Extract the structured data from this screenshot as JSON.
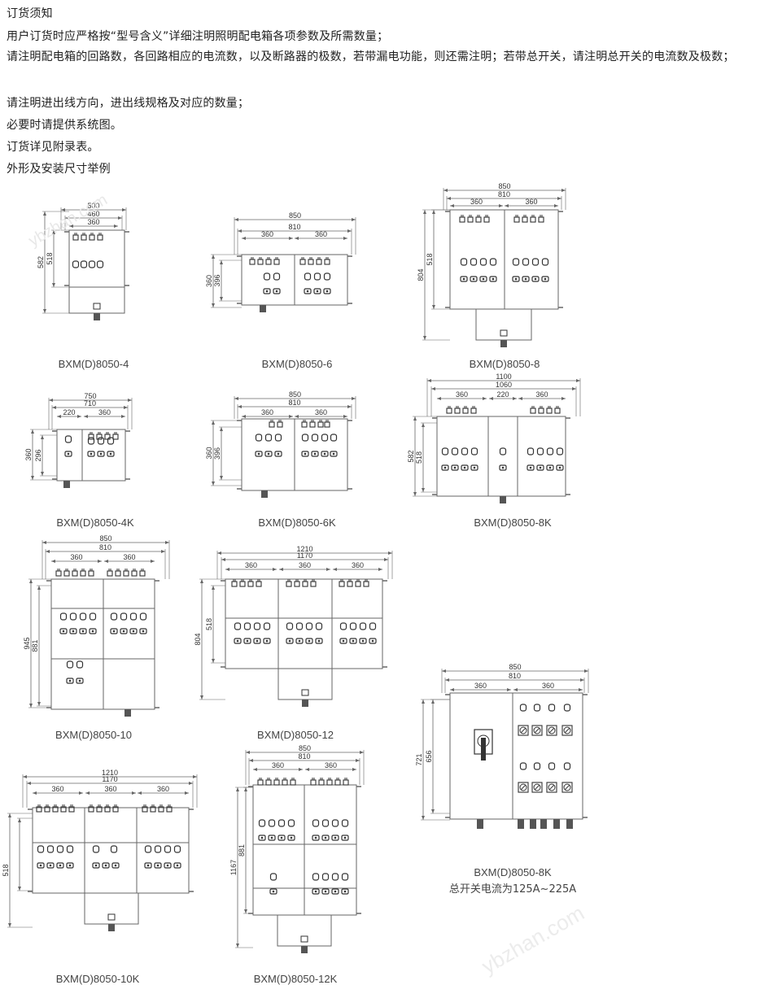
{
  "notes": {
    "title": "订货须知",
    "line1": "用户订货时应严格按“型号含义”详细注明照明配电箱各项参数及所需数量；",
    "line2": "请注明配电箱的回路数，各回路相应的电流数，以及断路器的极数，若带漏电功能，则还需注明；若带总开关，请注明总开关的电流数及极数；",
    "line3": "请注明进出线方向，进出线规格及对应的数量；",
    "line4": "必要时请提供系统图。",
    "line5": "订货详见附录表。",
    "line6": "外形及安装尺寸举例"
  },
  "drawings": [
    {
      "model": "BXM(D)8050-4",
      "dims_top": [
        "500",
        "460",
        "360"
      ],
      "dims_side": [
        "582",
        "518"
      ]
    },
    {
      "model": "BXM(D)8050-6",
      "dims_top": [
        "850",
        "810",
        "360",
        "360"
      ],
      "dims_side": [
        "360",
        "396"
      ]
    },
    {
      "model": "BXM(D)8050-8",
      "dims_top": [
        "850",
        "810",
        "360",
        "360"
      ],
      "dims_side": [
        "804",
        "518"
      ]
    },
    {
      "model": "BXM(D)8050-4K",
      "dims_top": [
        "750",
        "710",
        "220",
        "360"
      ],
      "dims_side": [
        "360",
        "296"
      ]
    },
    {
      "model": "BXM(D)8050-6K",
      "dims_top": [
        "850",
        "810",
        "360",
        "360"
      ],
      "dims_side": [
        "360",
        "396"
      ]
    },
    {
      "model": "BXM(D)8050-8K",
      "dims_top": [
        "1100",
        "1060",
        "360",
        "220",
        "360"
      ],
      "dims_side": [
        "582",
        "518"
      ]
    },
    {
      "model": "BXM(D)8050-10",
      "dims_top": [
        "850",
        "810",
        "360",
        "360"
      ],
      "dims_side": [
        "945",
        "881"
      ]
    },
    {
      "model": "BXM(D)8050-12",
      "dims_top": [
        "1210",
        "1170",
        "360",
        "360",
        "360"
      ],
      "dims_side": [
        "804",
        "518"
      ]
    },
    {
      "model": "BXM(D)8050-8K",
      "subtitle": "总开关电流为125A~225A",
      "dims_top": [
        "850",
        "810",
        "360",
        "360"
      ],
      "dims_side": [
        "721",
        "656"
      ]
    },
    {
      "model": "BXM(D)8050-10K",
      "dims_top": [
        "1210",
        "1170",
        "360",
        "360",
        "360"
      ],
      "dims_side": [
        "518"
      ]
    },
    {
      "model": "BXM(D)8050-12K",
      "dims_top": [
        "850",
        "810",
        "360",
        "360"
      ],
      "dims_side": [
        "1167",
        "881"
      ]
    }
  ],
  "watermark": "ybzhan.com"
}
